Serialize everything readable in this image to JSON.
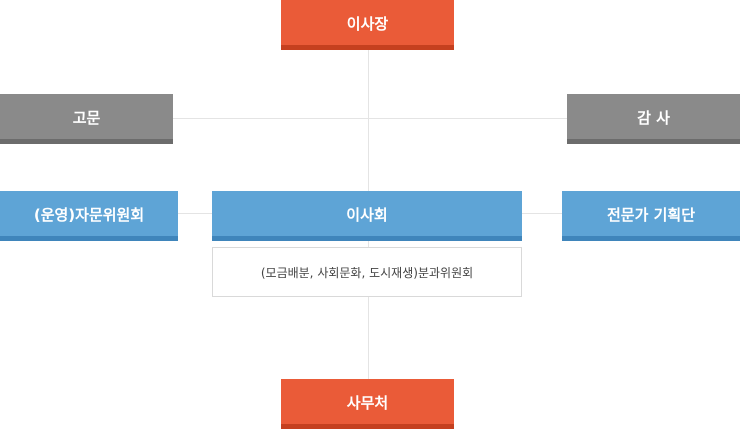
{
  "org_chart": {
    "chairman": "이사장",
    "advisor": "고문",
    "auditor": "감 사",
    "advisory_committee": "(운영)자문위원회",
    "board": "이사회",
    "expert_planning_group": "전문가 기획단",
    "subcommittees": "(모금배분, 사회문화, 도시재생)분과위원회",
    "secretariat": "사무처"
  },
  "colors": {
    "orange": "#ea5b38",
    "gray": "#8a8a8a",
    "blue": "#5ea4d6",
    "connector": "#e4e4e4"
  }
}
